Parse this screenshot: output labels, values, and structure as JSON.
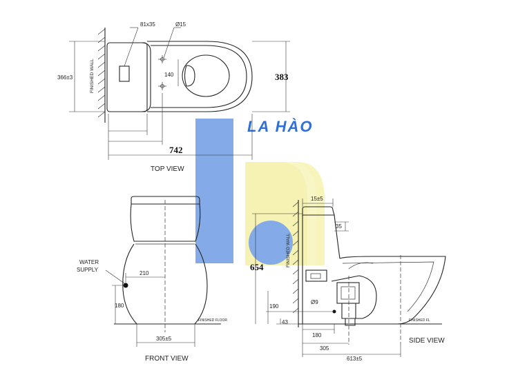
{
  "logo": {
    "text": "LA HÀO"
  },
  "top_view": {
    "title": "TOP VIEW",
    "wall_label": "FINISHED WALL",
    "dims": {
      "height": "366±3",
      "hole": "81x35",
      "dia": "Ø15",
      "spacing": "140",
      "depth": "383",
      "length": "742"
    }
  },
  "front_view": {
    "title": "FRONT VIEW",
    "supply_line1": "WATER",
    "supply_line2": "SUPPLY",
    "floor_label": "FINISHED FLOOR",
    "dims": {
      "offset": "210",
      "height": "180",
      "base": "305±5"
    }
  },
  "side_view": {
    "title": "SIDE VIEW",
    "wall_label": "FINISHED WALL",
    "floor_label": "FINISHED FL",
    "dims": {
      "top": "15±5",
      "lid": "35",
      "height": "654",
      "supply_h": "190",
      "outlet_h": "43",
      "dia": "Ø9",
      "d180": "180",
      "d305": "305",
      "d613": "613±5"
    }
  },
  "colors": {
    "blue": "#5b8fe0",
    "yellow": "#f3ee9a",
    "logo": "#2f6fd6"
  }
}
